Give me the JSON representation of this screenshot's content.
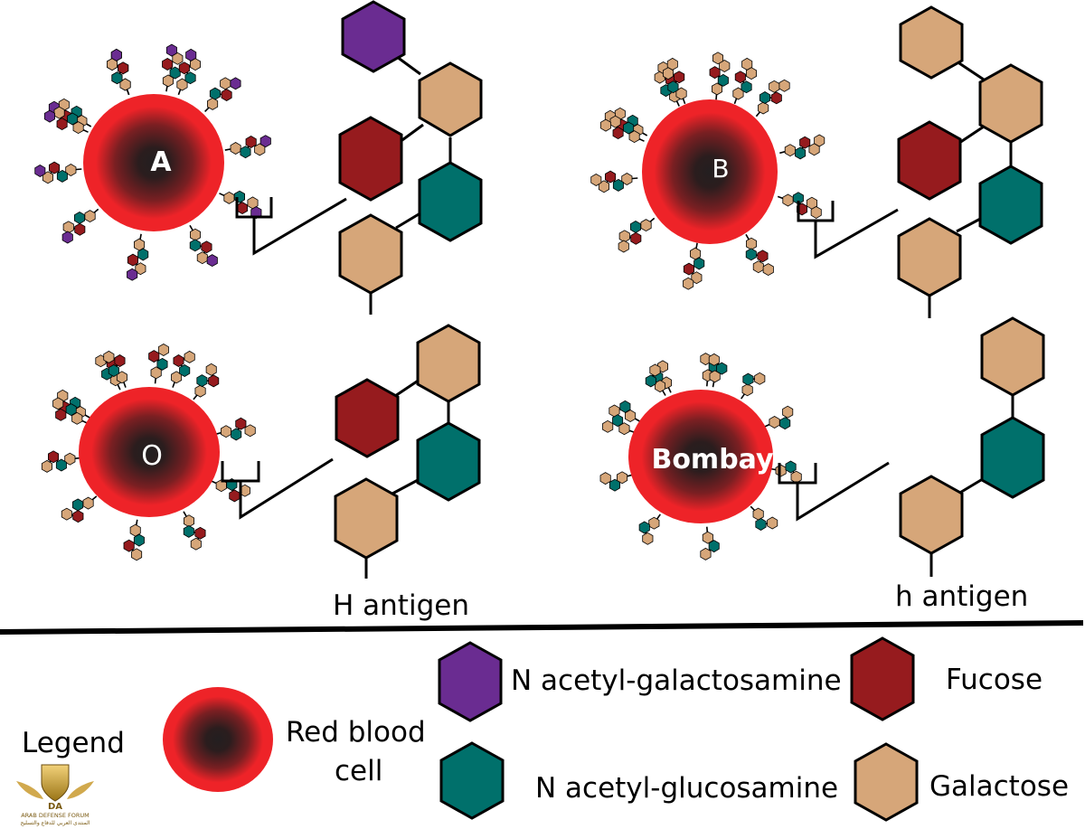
{
  "colors": {
    "galnac": "#6a2c91",
    "fucose": "#961b1e",
    "glcnac": "#00706b",
    "galactose": "#d6a679",
    "rbc_outer": "#ee2328",
    "rbc_inner": "#231f20",
    "outline": "#000000"
  },
  "cells": {
    "a": {
      "label": "A"
    },
    "b": {
      "label": "B"
    },
    "o": {
      "label": "O"
    },
    "bombay": {
      "label": "Bombay"
    }
  },
  "antigen_labels": {
    "h_upper": "H antigen",
    "h_lower": "h antigen"
  },
  "legend": {
    "title": "Legend",
    "rbc_line1": "Red blood",
    "rbc_line2": "cell",
    "galnac": "N acetyl-galactosamine",
    "glcnac": "N acetyl-glucosamine",
    "fucose": "Fucose",
    "galactose": "Galactose"
  },
  "logo": {
    "mark": "DA",
    "name": "ARAB DEFENSE FORUM",
    "arabic": "المنتدى العربي للدفاع والتسليح",
    "icon": "shield-wings-emblem"
  }
}
